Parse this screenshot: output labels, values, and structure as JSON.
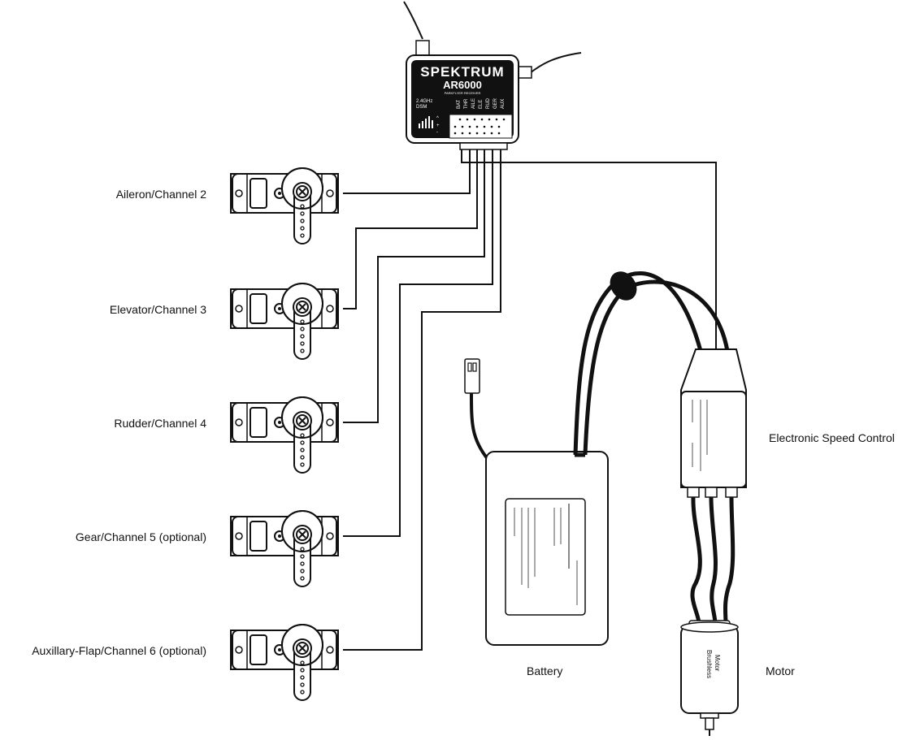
{
  "receiver": {
    "brand": "SPEKTRUM",
    "model": "AR6000",
    "subtitle": "PARKFLYER RECEIVER",
    "band": "2.4GHz",
    "mode": "DSM",
    "ports": [
      "BAT",
      "THR",
      "AILE",
      "ELE",
      "RUD",
      "GER",
      "AUX"
    ]
  },
  "servos": [
    {
      "label": "Aileron/Channel 2"
    },
    {
      "label": "Elevator/Channel 3"
    },
    {
      "label": "Rudder/Channel 4"
    },
    {
      "label": "Gear/Channel 5 (optional)"
    },
    {
      "label": "Auxillary-Flap/Channel 6 (optional)"
    }
  ],
  "battery": {
    "label": "Battery"
  },
  "esc": {
    "label": "Electronic Speed Control"
  },
  "motor": {
    "label": "Motor",
    "body_text": [
      "Brushless",
      "Motor"
    ]
  }
}
